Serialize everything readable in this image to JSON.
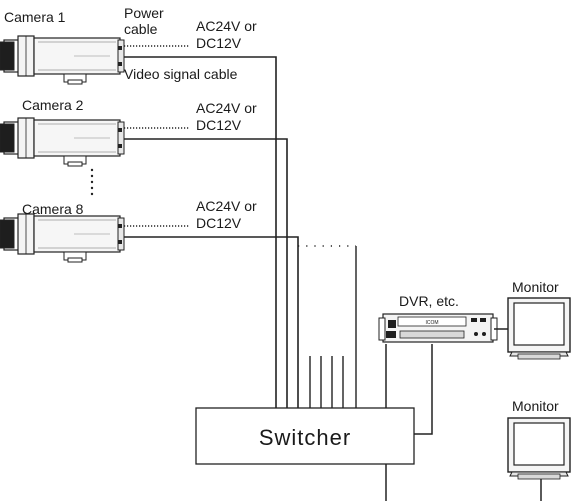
{
  "cameras": [
    {
      "label": "Camera 1",
      "power": [
        "AC24V or",
        "DC12V"
      ]
    },
    {
      "label": "Camera 2",
      "power": [
        "AC24V or",
        "DC12V"
      ]
    },
    {
      "label": "Camera 8",
      "power": [
        "AC24V or",
        "DC12V"
      ]
    }
  ],
  "power_cable_label": [
    "Power",
    "cable"
  ],
  "video_cable_label": "Video signal cable",
  "dvr_label": "DVR, etc.",
  "switcher_label": "Switcher",
  "monitors": [
    {
      "label": "Monitor"
    },
    {
      "label": "Monitor"
    }
  ],
  "dvr_brand": "ICOM"
}
